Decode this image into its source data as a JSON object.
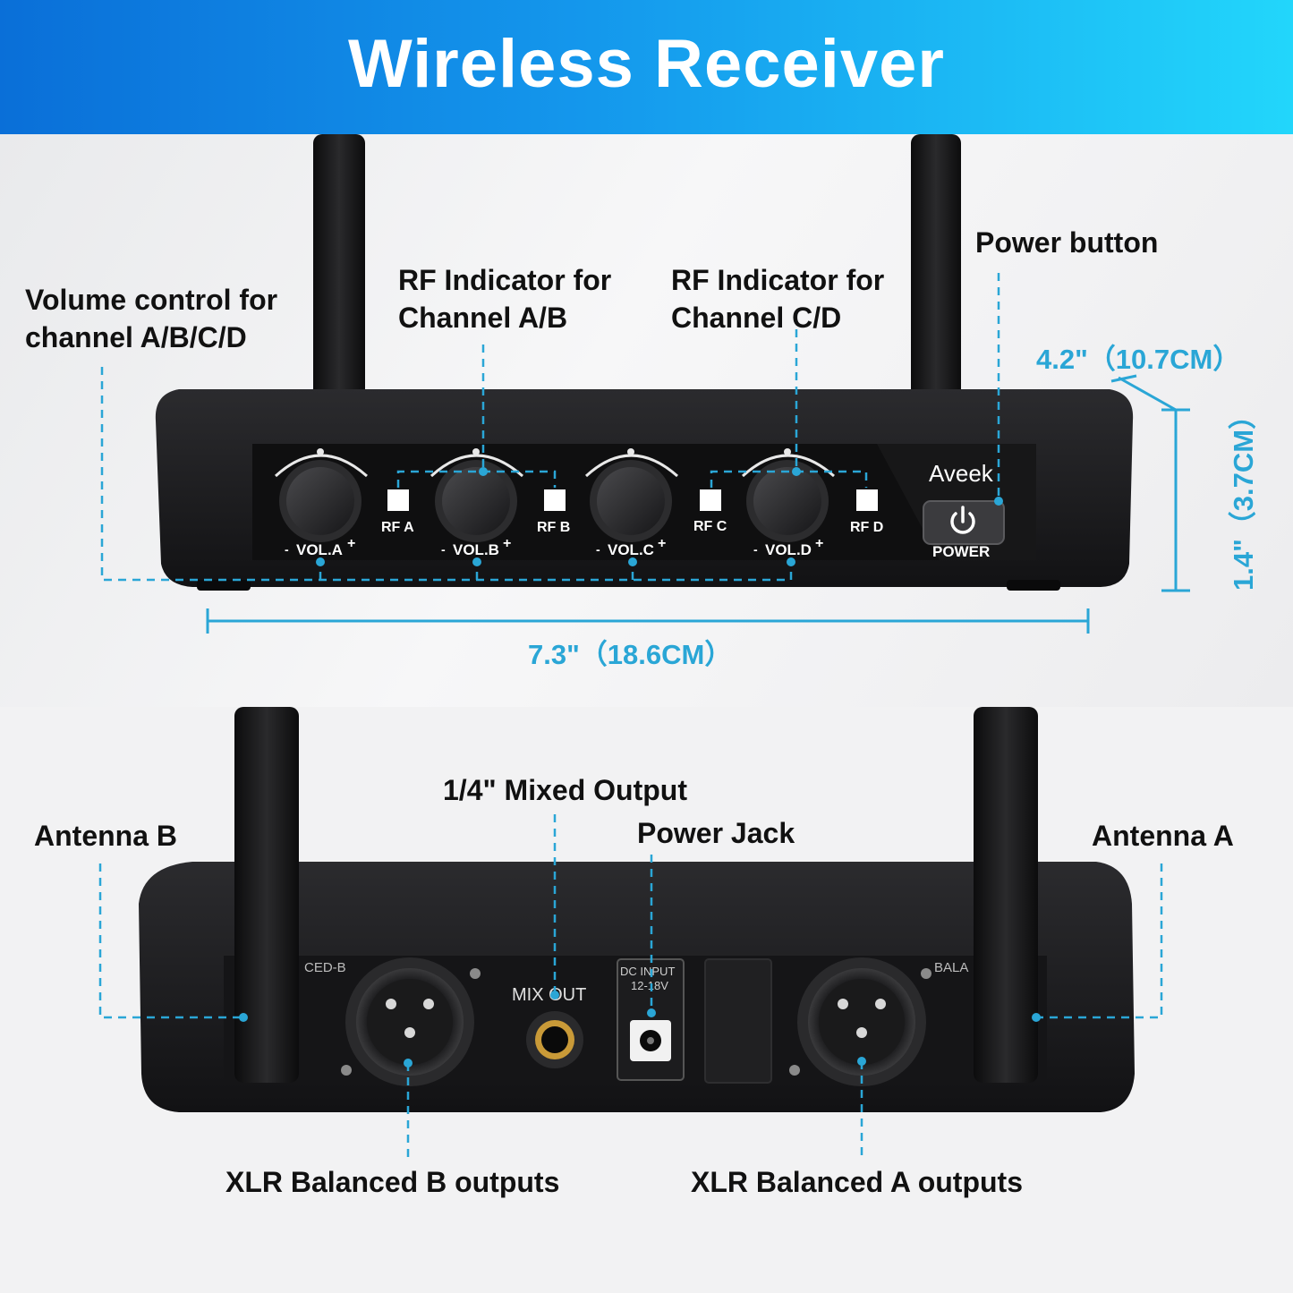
{
  "title": "Wireless Receiver",
  "front": {
    "labels": {
      "volume_control": "Volume control for\nchannel A/B/C/D",
      "rf_ab": "RF Indicator for\nChannel A/B",
      "rf_cd": "RF Indicator for\nChannel C/D",
      "power_button": "Power button"
    },
    "dimensions": {
      "depth": "4.2\"（10.7CM）",
      "height": "1.4\"（3.7CM）",
      "width": "7.3\"（18.6CM）"
    },
    "device": {
      "brand": "Aveek",
      "power_label": "POWER",
      "knobs": [
        "VOL.A",
        "VOL.B",
        "VOL.C",
        "VOL.D"
      ],
      "minus": "-",
      "plus": "+",
      "rf_indicators": [
        "RF A",
        "RF B",
        "RF C",
        "RF D"
      ]
    }
  },
  "back": {
    "labels": {
      "mixed_output": "1/4\" Mixed Output",
      "power_jack": "Power Jack",
      "antenna_b": "Antenna B",
      "antenna_a": "Antenna A",
      "xlr_b": "XLR Balanced B outputs",
      "xlr_a": "XLR Balanced A outputs"
    },
    "device": {
      "mix_out": "MIX  OUT",
      "dc_input": "DC  INPUT",
      "voltage": "12-18V",
      "balanced_b_partial": "CED-B",
      "balanced_a_partial": "BALA"
    }
  },
  "colors": {
    "accent": "#2aa6d6",
    "banner_start": "#0a6fd8",
    "banner_end": "#22d6fb",
    "device_body": "#1c1c1e"
  }
}
